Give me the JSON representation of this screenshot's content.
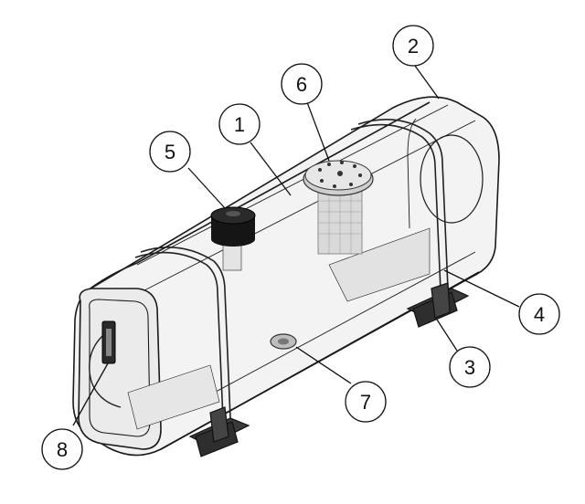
{
  "labels": [
    "1",
    "2",
    "3",
    "4",
    "5",
    "6",
    "7",
    "8"
  ],
  "colors": {
    "ink": "#1a1a1a",
    "tank_fill": "#f3f3f3",
    "tank_shade": "#d9d9d9",
    "cap": "#151515",
    "bracket": "#2e2e2e",
    "strap": "#222222"
  }
}
